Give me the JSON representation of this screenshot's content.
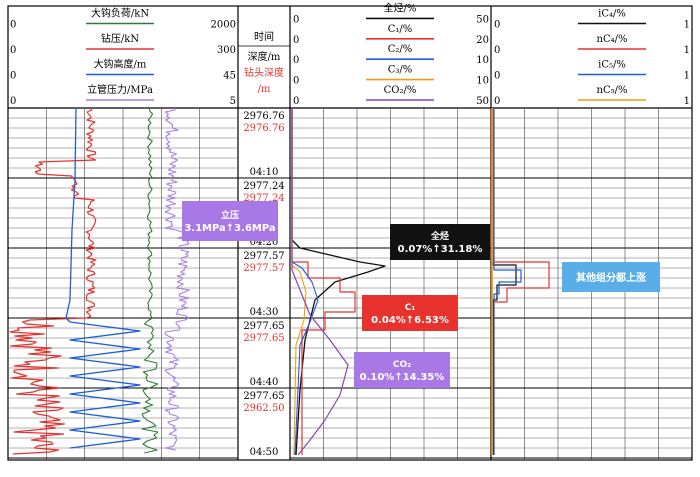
{
  "chart_data": {
    "type": "line",
    "tracks": {
      "drilling": {
        "curves": [
          {
            "name": "大钩负荷/kN",
            "min": "0",
            "max": "2000",
            "color": "#2e7d32"
          },
          {
            "name": "钻压/kN",
            "min": "0",
            "max": "300",
            "color": "#e8322d"
          },
          {
            "name": "大钩高度/m",
            "min": "0",
            "max": "45",
            "color": "#1e5fd6"
          },
          {
            "name": "立管压力/MPa",
            "min": "0",
            "max": "5",
            "color": "#a97ee6"
          }
        ]
      },
      "depth": {
        "header_time": "时间",
        "header_depth": "深度/m",
        "header_bit_depth_1": "钻头深度",
        "header_bit_depth_2": "/m",
        "rows": [
          {
            "time": "",
            "depth": "2976.76",
            "bit_depth": "2976.76"
          },
          {
            "time": "04:10",
            "depth": "2977.24",
            "bit_depth": "2977.24"
          },
          {
            "time": "04:20",
            "depth": "2977.57",
            "bit_depth": "2977.57"
          },
          {
            "time": "04:30",
            "depth": "2977.65",
            "bit_depth": "2977.65"
          },
          {
            "time": "04:40",
            "depth": "2977.65",
            "bit_depth": "2962.50"
          },
          {
            "time": "04:50",
            "depth": "",
            "bit_depth": ""
          }
        ]
      },
      "gas": {
        "curves": [
          {
            "name": "全烃/%",
            "min": "0",
            "max": "50",
            "color": "#111111"
          },
          {
            "name": "C₁/%",
            "min": "0",
            "max": "20",
            "color": "#e8322d"
          },
          {
            "name": "C₂/%",
            "min": "0",
            "max": "10",
            "color": "#1e5fd6"
          },
          {
            "name": "C₃/%",
            "min": "0",
            "max": "10",
            "color": "#f39c12"
          },
          {
            "name": "CO₂/%",
            "min": "0",
            "max": "50",
            "color": "#8e44ad"
          }
        ]
      },
      "heavy": {
        "curves": [
          {
            "name": "iC₄/%",
            "min": "0",
            "max": "1",
            "color": "#111111"
          },
          {
            "name": "nC₄/%",
            "min": "0",
            "max": "1",
            "color": "#e8322d"
          },
          {
            "name": "iC₅/%",
            "min": "0",
            "max": "1",
            "color": "#1e5fd6"
          },
          {
            "name": "nC₅/%",
            "min": "0",
            "max": "1",
            "color": "#f39c12"
          }
        ]
      }
    },
    "annotations": [
      {
        "id": "standpipe",
        "line1": "立压",
        "line2": "3.1MPa↑3.6MPa",
        "color": "#a879e6"
      },
      {
        "id": "total",
        "line1": "全烃",
        "line2": "0.07%↑31.18%",
        "color": "#111111"
      },
      {
        "id": "c1",
        "line1": "C₁",
        "line2": "0.04%↑6.53%",
        "color": "#e8322d"
      },
      {
        "id": "co2",
        "line1": "CO₂",
        "line2": "0.10%↑14.35%",
        "color": "#a879e6"
      },
      {
        "id": "others",
        "line1": "其他组分都上涨",
        "line2": "",
        "color": "#5aaee8"
      }
    ]
  }
}
